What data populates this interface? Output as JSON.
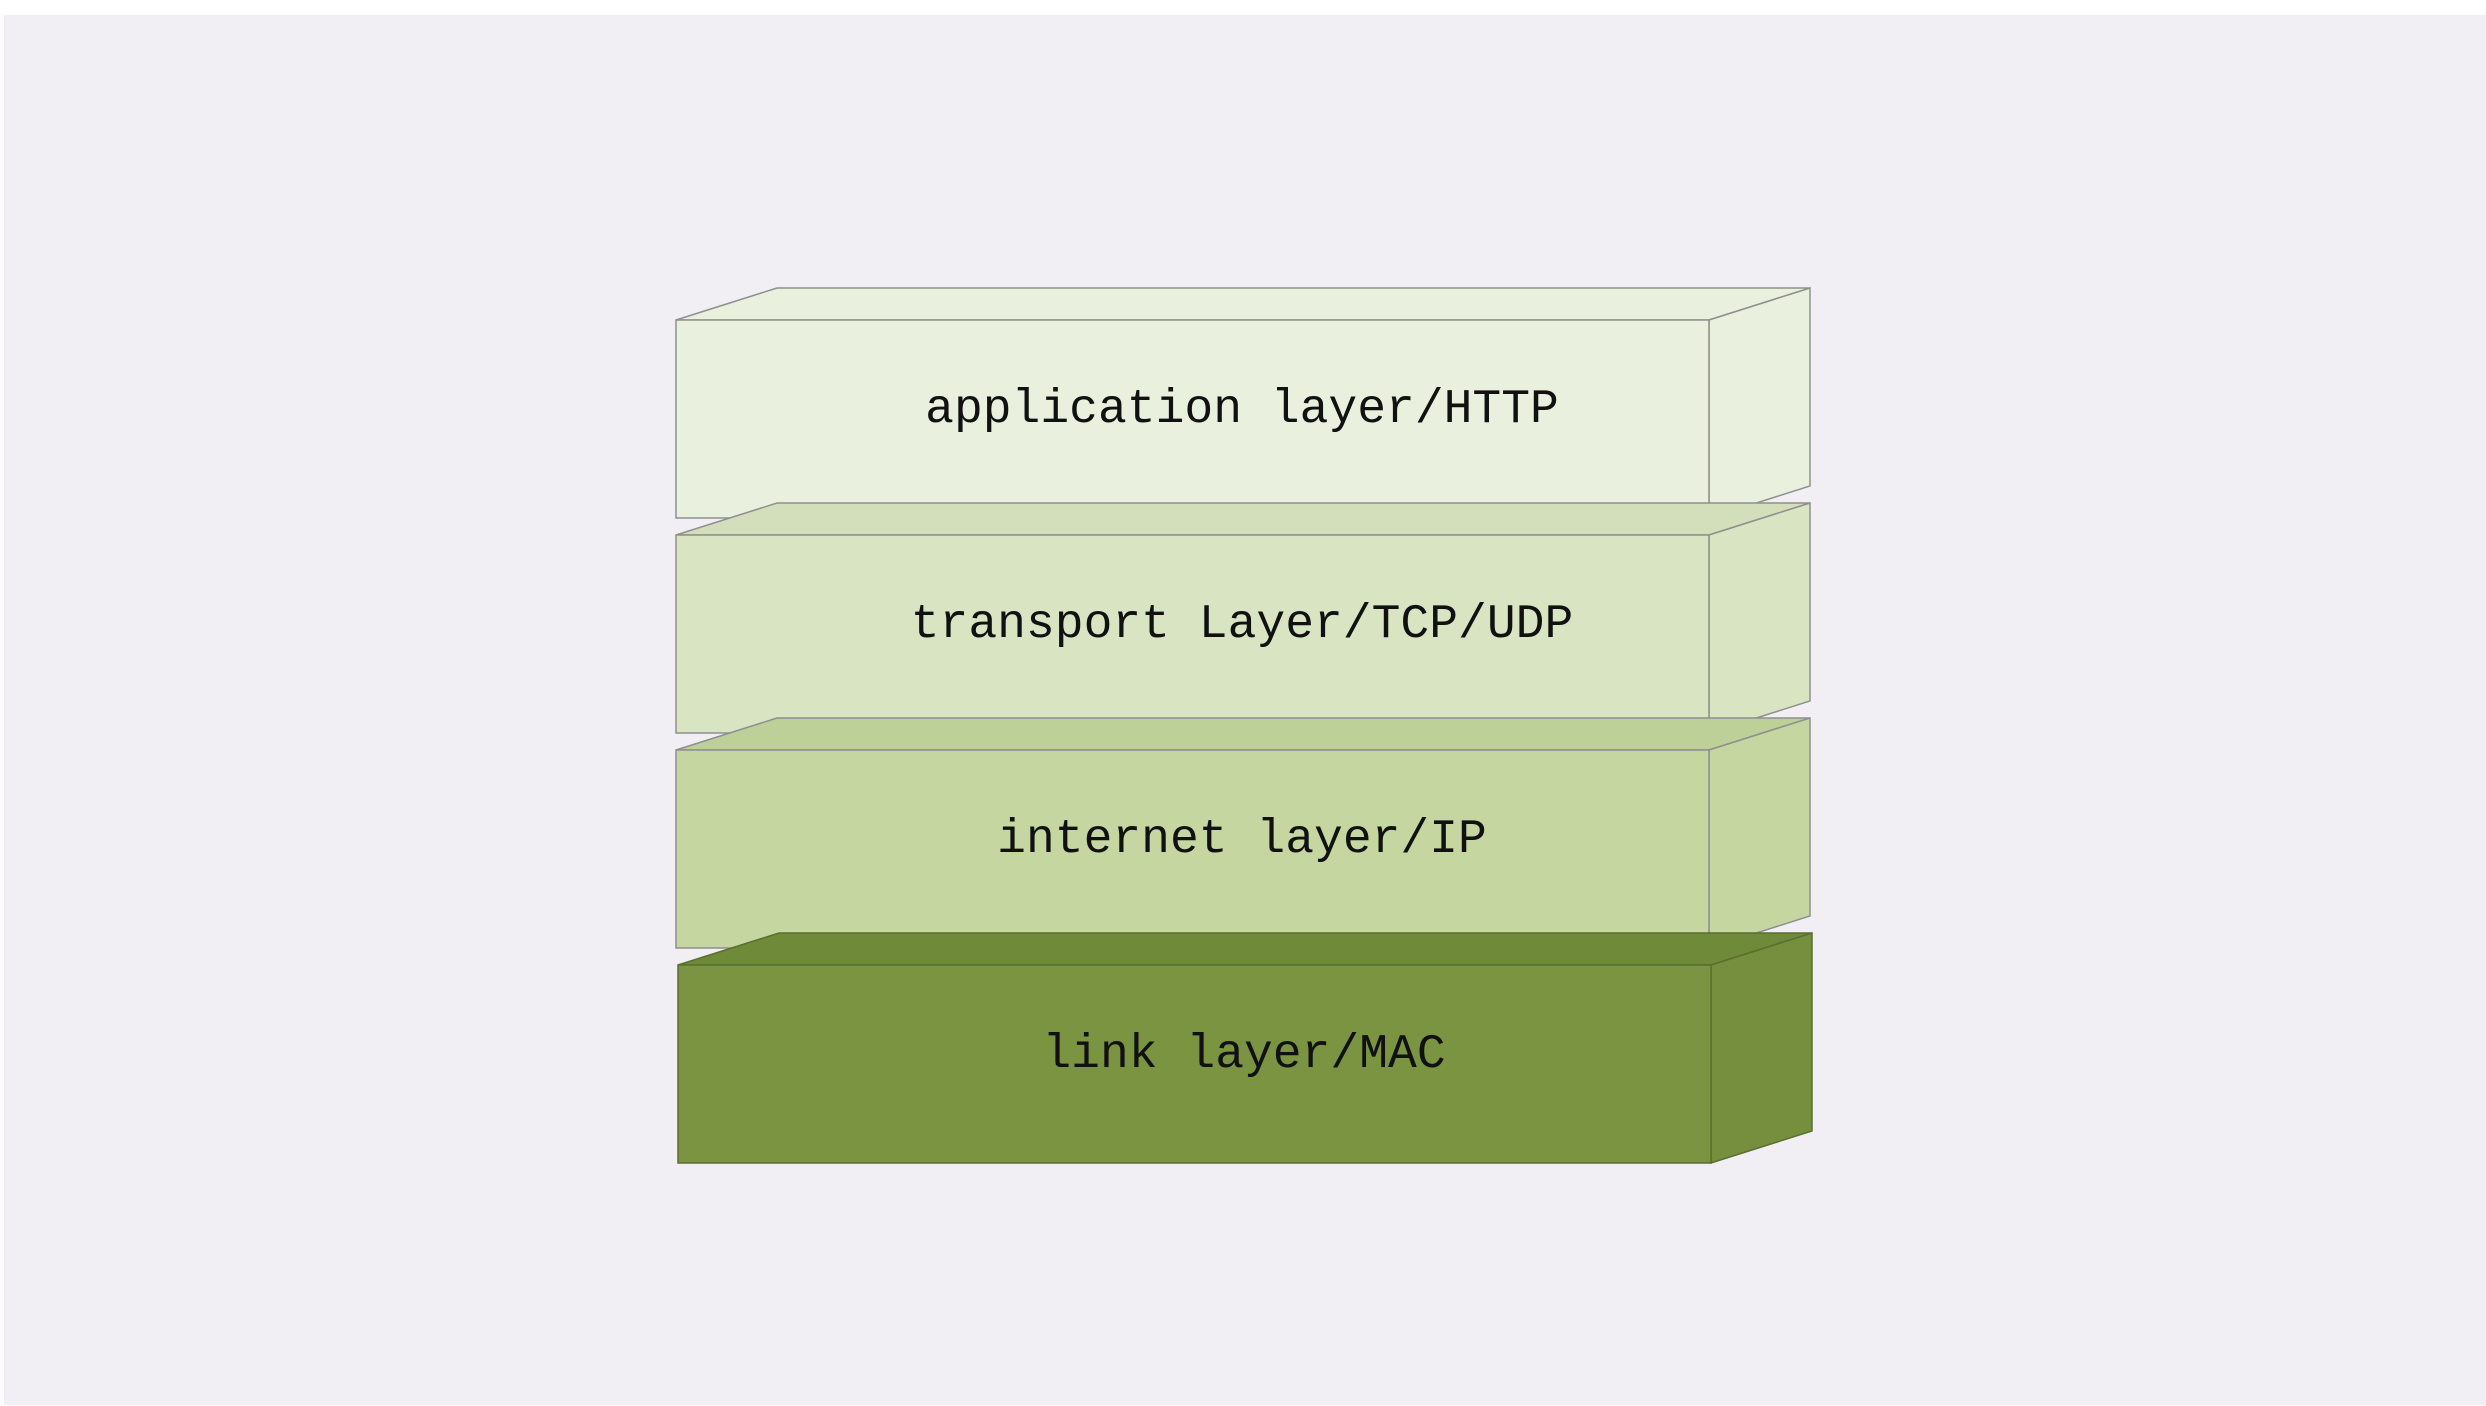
{
  "diagram": {
    "type": "layer-stack",
    "background_color": "#f1eff4",
    "layers": [
      {
        "id": "application",
        "label": "application layer/HTTP",
        "front_color": "#eaf0de",
        "top_color": "#eaf0de",
        "side_color": "#eaf0de"
      },
      {
        "id": "transport",
        "label": "transport Layer/TCP/UDP",
        "front_color": "#d9e4c3",
        "top_color": "#d3dfbb",
        "side_color": "#d9e4c3"
      },
      {
        "id": "internet",
        "label": "internet layer/IP",
        "front_color": "#c5d6a1",
        "top_color": "#bdd097",
        "side_color": "#c5d6a1"
      },
      {
        "id": "link",
        "label": "link layer/MAC",
        "front_color": "#7a9441",
        "top_color": "#6f8a38",
        "side_color": "#768f3e"
      }
    ]
  }
}
